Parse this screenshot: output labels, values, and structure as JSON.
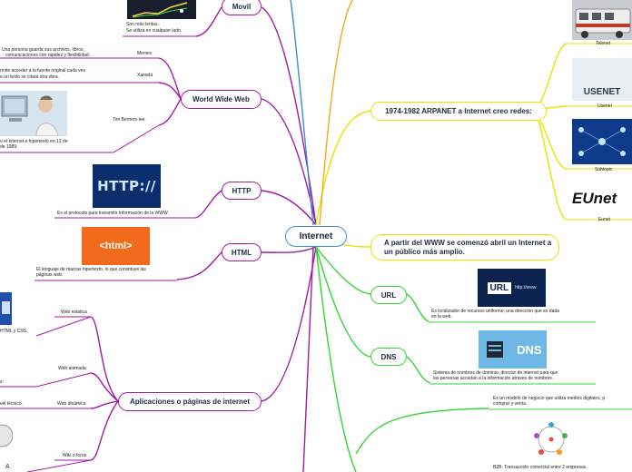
{
  "center": {
    "label": "Internet"
  },
  "left": {
    "movil": {
      "label": "Movil",
      "desc_line1": "Son más lentas.",
      "desc_line2": "Se utiliza en cualquier lado."
    },
    "www": {
      "label": "World Wide Web",
      "memex": "Memex",
      "memex_desc_line1": "Una persona guarda sus archivos, libros,",
      "memex_desc_line2": "comunicaciones con rapidez y flexibilidad.",
      "xanadu": "Xanadú",
      "xanadu_desc_line1": "rmite acceder a la fuente original cada vez",
      "xanadu_desc_line2": "e un texto se citará otra obra.",
      "tim": "Tim Berners-lee.",
      "tim_desc_line1": "o el internet e hipertexto en 12 de",
      "tim_desc_line2": "de 1989."
    },
    "http": {
      "label": "HTTP",
      "image_text": "HTTP://",
      "desc": "Es el protocolo para transmitir Información de la WWW."
    },
    "html": {
      "label": "HTML",
      "image_text": "<html>",
      "desc_line1": "El lenguaje de marcas hipertexto, lo que constituye las",
      "desc_line2": "páginas web."
    },
    "apps": {
      "label": "Aplicaciones o páginas de internet",
      "web_estatica": "Web estatica",
      "web_estatica_desc": "HTML y CSS.",
      "web_animada": "Web animada",
      "web_animada_desc": "s:",
      "web_dinamica": "Web dinámica",
      "web_dinamica_desc": "vel técnico.",
      "wiki": "Wiki o foros",
      "wiki_glyph": "A"
    }
  },
  "right": {
    "arpanet": {
      "label": "1974-1982 ARPANET a Internet creo redes:",
      "telenet": "Telenet",
      "usenet": "Usenet",
      "usenet_logo": "USENET",
      "subtopic": "Subtopic",
      "eunet": "Eunet",
      "eunet_logo": "EUnet"
    },
    "www_public": {
      "label": "A partir del WWW se comenzó abril un Internet a un público más amplio."
    },
    "url": {
      "label": "URL",
      "image_text": "URL",
      "image_text2": "http://www",
      "desc_line1": "Es localizador de recursos uniforme, una dirección que es dada",
      "desc_line2": "en la web."
    },
    "dns": {
      "label": "DNS",
      "image_text": "DNS",
      "desc_line1": "Sistema de nombres de dominio, director de internet para que",
      "desc_line2": "las personas accedan a la información atraves de nombres."
    },
    "ecommerce": {
      "desc_line1": "Es un modelo de negocio que utiliza medios digitales, p",
      "desc_line2": "comprar y venta.",
      "b2b": "B2B: Transacción comercial entre 2 empresas."
    }
  },
  "colors": {
    "purple": "#a21aa6",
    "yellow": "#e8e400",
    "green": "#33d633",
    "orange": "#f5a623",
    "center_border": "#3b8fd6"
  }
}
